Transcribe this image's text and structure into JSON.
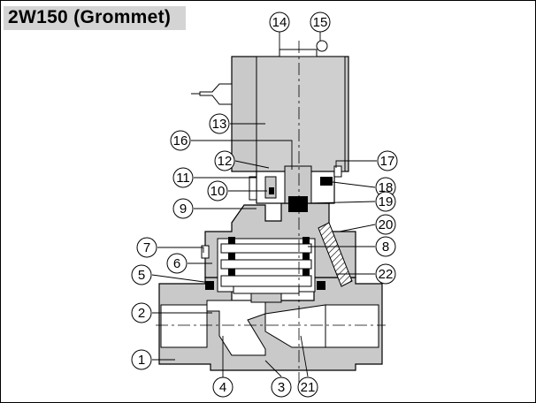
{
  "title": "2W150 (Grommet)",
  "callouts": [
    {
      "id": "1",
      "label": "1"
    },
    {
      "id": "2",
      "label": "2"
    },
    {
      "id": "3",
      "label": "3"
    },
    {
      "id": "4",
      "label": "4"
    },
    {
      "id": "5",
      "label": "5"
    },
    {
      "id": "6",
      "label": "6"
    },
    {
      "id": "7",
      "label": "7"
    },
    {
      "id": "8",
      "label": "8"
    },
    {
      "id": "9",
      "label": "9"
    },
    {
      "id": "10",
      "label": "10"
    },
    {
      "id": "11",
      "label": "11"
    },
    {
      "id": "12",
      "label": "12"
    },
    {
      "id": "13",
      "label": "13"
    },
    {
      "id": "14",
      "label": "14"
    },
    {
      "id": "15",
      "label": "15"
    },
    {
      "id": "16",
      "label": "16"
    },
    {
      "id": "17",
      "label": "17"
    },
    {
      "id": "18",
      "label": "18"
    },
    {
      "id": "19",
      "label": "19"
    },
    {
      "id": "20",
      "label": "20"
    },
    {
      "id": "21",
      "label": "21"
    },
    {
      "id": "22",
      "label": "22"
    }
  ]
}
